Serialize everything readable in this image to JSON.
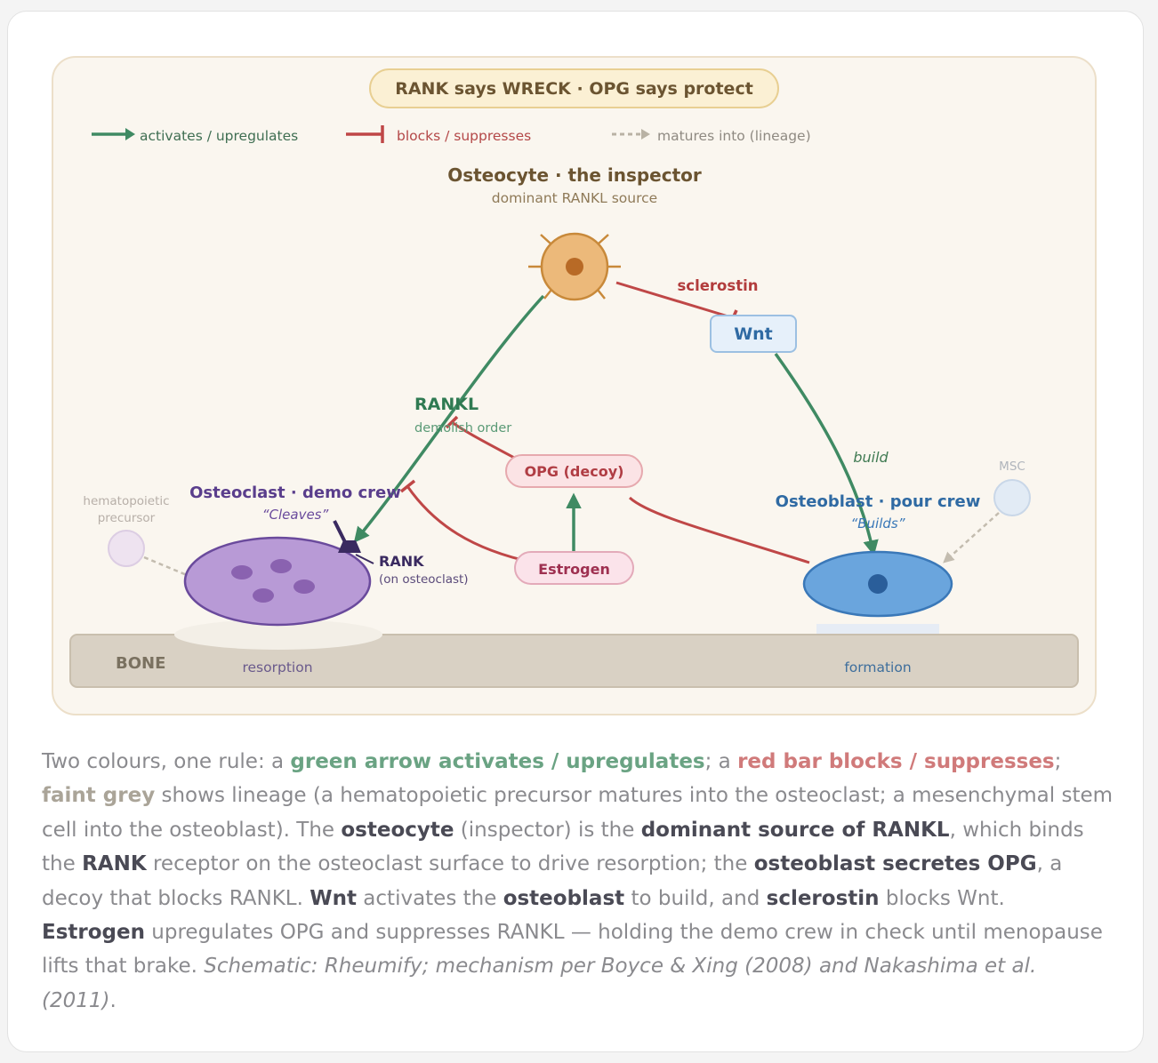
{
  "diagram": {
    "banner": "RANK says WRECK · OPG says protect",
    "legend": {
      "activates": "activates / upregulates",
      "blocks": "blocks / suppresses",
      "lineage": "matures into (lineage)"
    },
    "osteocyte": {
      "title": "Osteocyte · the inspector",
      "subtitle": "dominant RANKL source"
    },
    "sclerostin": "sclerostin",
    "wnt": "Wnt",
    "rankl": {
      "label": "RANKL",
      "sublabel": "demolish order"
    },
    "build": "build",
    "opg": "OPG (decoy)",
    "estrogen": "Estrogen",
    "msc": "MSC",
    "precursor": {
      "line1": "hematopoietic",
      "line2": "precursor"
    },
    "osteoclast": {
      "title": "Osteoclast · demo crew",
      "nickname": "“Cleaves”"
    },
    "rank": {
      "label": "RANK",
      "sublabel": "(on osteoclast)"
    },
    "osteoblast": {
      "title": "Osteoblast · pour crew",
      "nickname": "“Builds”"
    },
    "bone": "BONE",
    "resorption": "resorption",
    "formation": "formation",
    "colors": {
      "activate": "#3f8a63",
      "block": "#bf4747",
      "lineage": "#b9b2a4",
      "osteoclast": "#5a3e8c",
      "osteoblast": "#2f6aa3",
      "osteocyte": "#6b5431"
    }
  },
  "caption": {
    "s1": "Two colours, one rule: a ",
    "green": "green arrow activates / upregulates",
    "s2": "; a ",
    "red": "red bar blocks / suppresses",
    "s3": "; ",
    "grey": "faint grey",
    "s4": " shows lineage (a hematopoietic precursor matures into the osteoclast; a mesenchymal stem cell into the osteoblast). The ",
    "b1": "osteocyte",
    "s5": " (inspector) is the ",
    "b2": "dominant source of RANKL",
    "s6": ", which binds the ",
    "b3": "RANK",
    "s7": " receptor on the osteoclast surface to drive resorption; the ",
    "b4": "osteoblast secretes OPG",
    "s8": ", a decoy that blocks RANKL. ",
    "b5": "Wnt",
    "s9": " activates the ",
    "b6": "osteoblast",
    "s10": " to build, and ",
    "b7": "sclerostin",
    "s11": " blocks Wnt. ",
    "b8": "Estrogen",
    "s12": " upregulates OPG and suppresses RANKL — holding the demo crew in check until menopause lifts that brake. ",
    "italic": "Schematic: Rheumify; mechanism per Boyce & Xing (2008) and Nakashima et al. (2011)",
    "s13": "."
  }
}
